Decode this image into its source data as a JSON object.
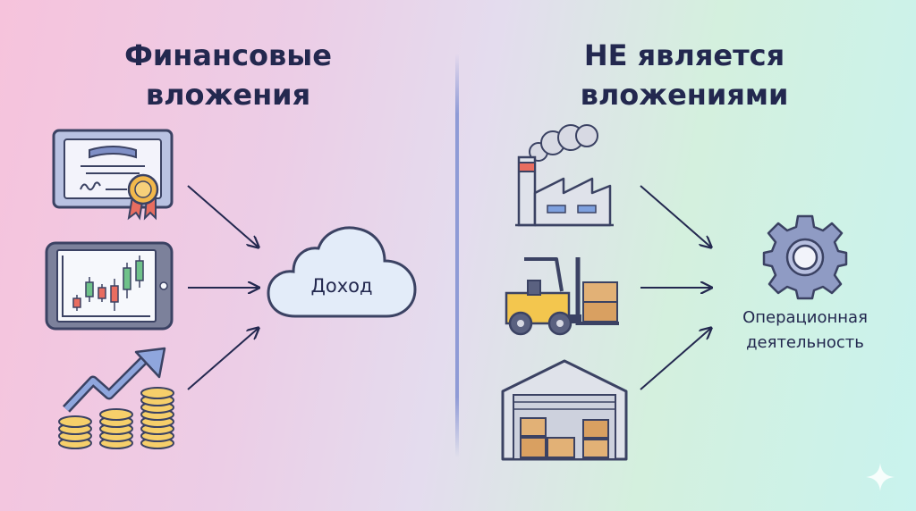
{
  "left": {
    "title": "Финансовые вложения",
    "result_label": "Доход",
    "icons": [
      "certificate-icon",
      "trading-tablet-icon",
      "growth-coins-icon"
    ]
  },
  "right": {
    "title": "НЕ является вложениями",
    "result_label": "Операционная деятельность",
    "icons": [
      "factory-icon",
      "forklift-icon",
      "warehouse-icon"
    ]
  },
  "colors": {
    "text": "#23284f",
    "outline": "#3b4263",
    "cloud": "#e3ecf9",
    "coin": "#f6cf6a",
    "gear": "#8f9bc4",
    "divider": "#8f9bd6"
  }
}
